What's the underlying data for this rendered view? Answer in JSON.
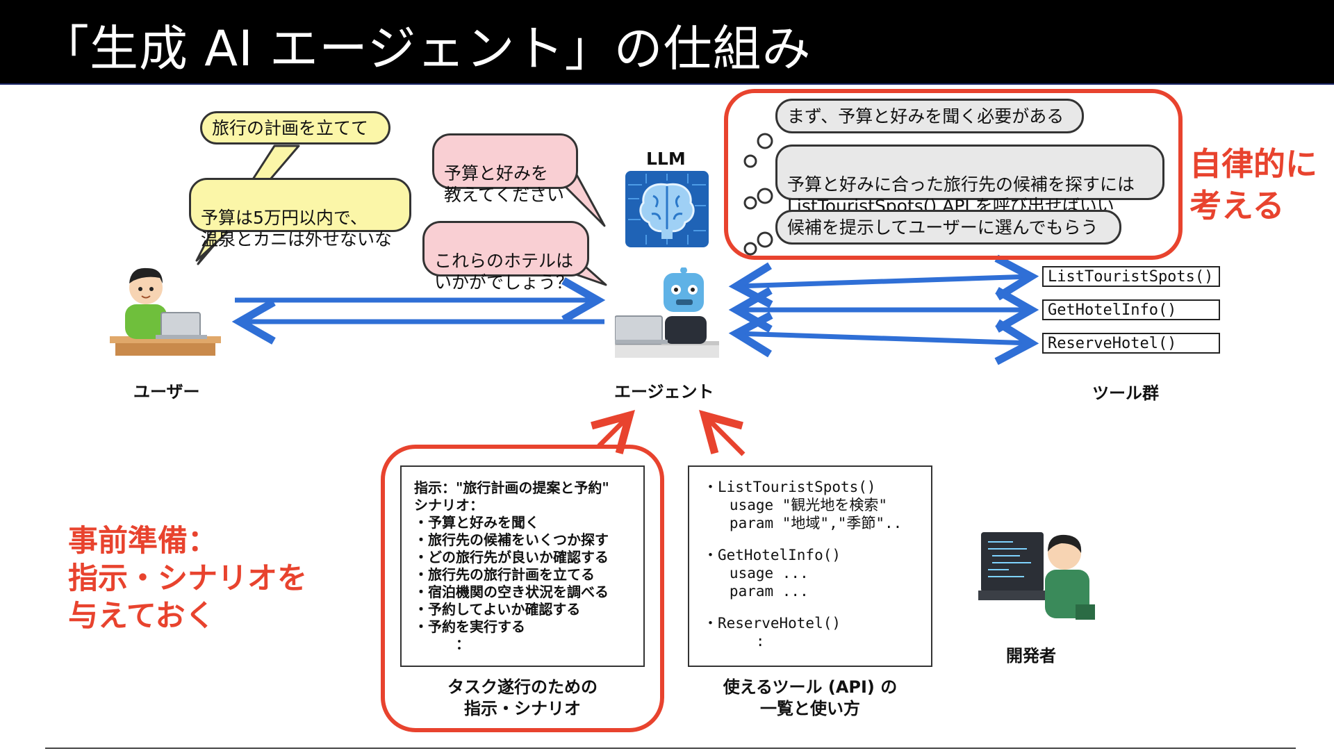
{
  "title": "「生成 AI エージェント」の仕組み",
  "user_bubbles": [
    "旅行の計画を立てて",
    "予算は5万円以内で、\n温泉とカニは外せないな"
  ],
  "agent_bubbles": [
    "予算と好みを\n教えてください",
    "これらのホテルは\nいかがでしょう？"
  ],
  "llm_label": "LLM",
  "thoughts": [
    "まず、予算と好みを聞く必要がある",
    "予算と好みに合った旅行先の候補を探すには\nListTouristSpots() API を呼び出せばいい",
    "候補を提示してユーザーに選んでもらう"
  ],
  "autonomous_label": "自律的に\n考える",
  "tools": [
    "ListTouristSpots()",
    "GetHotelInfo()",
    "ReserveHotel()"
  ],
  "labels": {
    "user": "ユーザー",
    "agent": "エージェント",
    "tools": "ツール群",
    "developer": "開発者"
  },
  "prep_label": "事前準備：\n指示・シナリオを\n与えておく",
  "instructions": {
    "lines": [
      "指示：\"旅行計画の提案と予約\"",
      "シナリオ：",
      "・予算と好みを聞く",
      "・旅行先の候補をいくつか探す",
      "・どの旅行先が良いか確認する",
      "・旅行先の旅行計画を立てる",
      "・宿泊機関の空き状況を調べる",
      "・予約してよいか確認する",
      "・予約を実行する",
      "　　　："
    ],
    "caption": "タスク遂行のための\n指示・シナリオ"
  },
  "api_list": {
    "lines": [
      "・ListTouristSpots()",
      "   usage \"観光地を検索\"",
      "   param \"地域\",\"季節\"..",
      "",
      "・GetHotelInfo()",
      "   usage ...",
      "   param ...",
      "",
      "・ReserveHotel()",
      "      :"
    ],
    "caption": "使えるツール (API) の\n一覧と使い方"
  },
  "colors": {
    "arrow_blue": "#2f6fd6",
    "accent_red": "#e8432e",
    "bubble_yellow": "#fbf6a8",
    "bubble_pink": "#f9cfd3"
  }
}
